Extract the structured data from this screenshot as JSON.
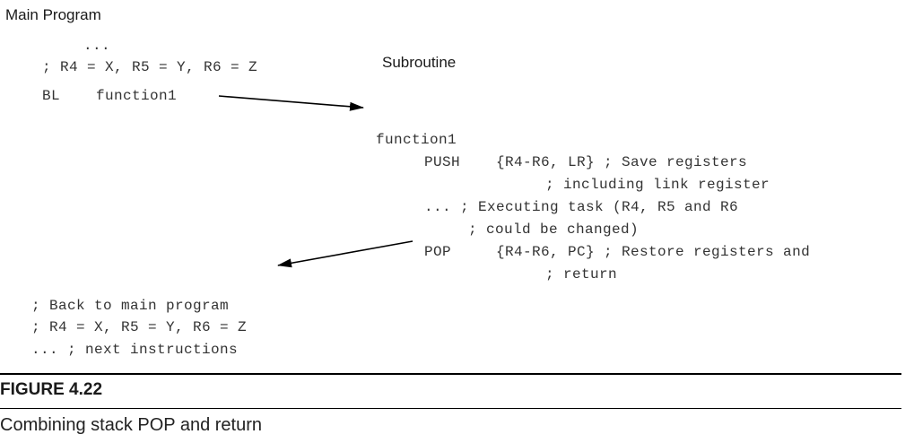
{
  "labels": {
    "main_program": "Main Program",
    "subroutine": "Subroutine"
  },
  "main_program": {
    "lines": [
      "...",
      "; R4 = X, R5 = Y, R6 = Z",
      "BL    function1"
    ],
    "return_lines": [
      "; Back to main program",
      "; R4 = X, R5 = Y, R6 = Z",
      "... ; next instructions"
    ]
  },
  "subroutine": {
    "name": "function1",
    "push_line": "PUSH    {R4-R6, LR} ; Save registers",
    "push_comment": "; including link register",
    "task_line": "... ; Executing task (R4, R5 and R6",
    "task_comment": "; could be changed)",
    "pop_line": "POP     {R4-R6, PC} ; Restore registers and",
    "pop_comment": "; return"
  },
  "figure": {
    "number": "FIGURE 4.22",
    "caption": "Combining stack POP and return"
  }
}
